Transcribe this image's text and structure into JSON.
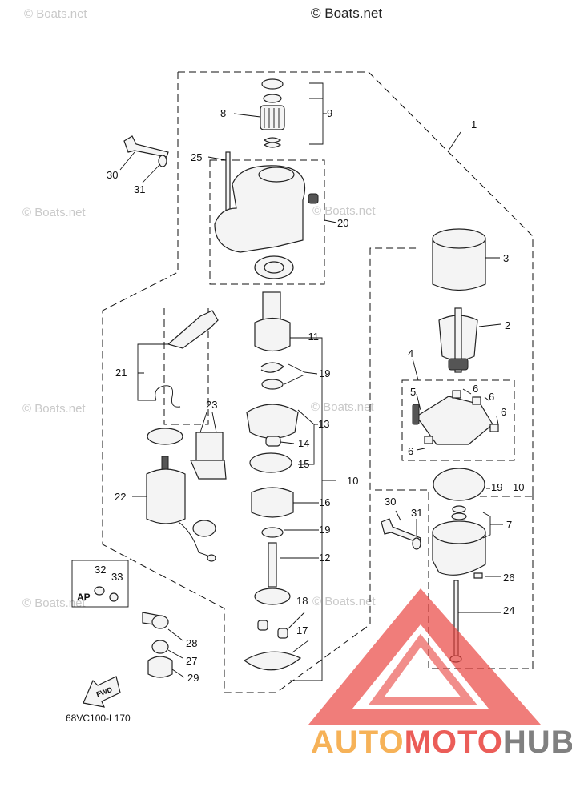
{
  "copyright": "© Boats.net",
  "watermark": "© Boats.net",
  "diagram_code": "68VC100-L170",
  "fwd_label": "FWD",
  "ap_label": "AP",
  "brand": {
    "part1": "AUTO",
    "part2": "MOTO",
    "part3": "HUB",
    "orange": "#f5a53b",
    "red": "#e8413c",
    "gray": "#6b6b6b"
  },
  "callouts": {
    "c1": "1",
    "c2": "2",
    "c3": "3",
    "c4": "4",
    "c5": "5",
    "c6a": "6",
    "c6b": "6",
    "c6c": "6",
    "c6d": "6",
    "c7": "7",
    "c8": "8",
    "c9": "9",
    "c10a": "10",
    "c10b": "10",
    "c11": "11",
    "c12": "12",
    "c13": "13",
    "c14": "14",
    "c15": "15",
    "c16": "16",
    "c17": "17",
    "c18": "18",
    "c19a": "19",
    "c19b": "19",
    "c19c": "19",
    "c20": "20",
    "c21": "21",
    "c22": "22",
    "c23": "23",
    "c24": "24",
    "c25": "25",
    "c26": "26",
    "c27": "27",
    "c28": "28",
    "c29": "29",
    "c30a": "30",
    "c30b": "30",
    "c31a": "31",
    "c31b": "31",
    "c32": "32",
    "c33": "33"
  }
}
